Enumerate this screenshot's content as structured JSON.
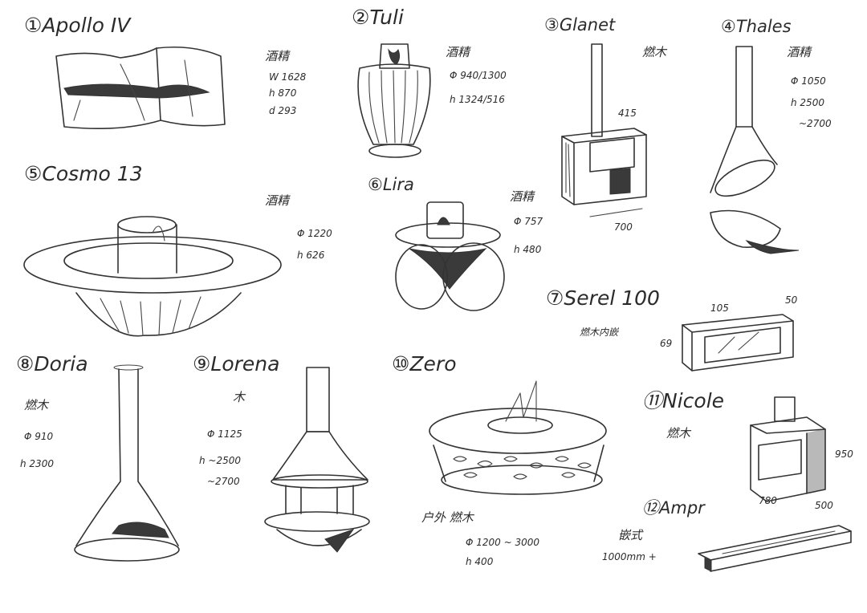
{
  "items": [
    {
      "num": "①",
      "name": "Apollo IV",
      "specs": [
        "酒精",
        "W 1628",
        "h 870",
        "d 293"
      ]
    },
    {
      "num": "②",
      "name": "Tuli",
      "specs": [
        "酒精",
        "Φ 940/1300",
        "h 1324/516"
      ]
    },
    {
      "num": "③",
      "name": "Glanet",
      "specs": [
        "燃木",
        "415",
        "700"
      ]
    },
    {
      "num": "④",
      "name": "Thales",
      "specs": [
        "酒精",
        "Φ 1050",
        "h 2500",
        "~2700"
      ]
    },
    {
      "num": "⑤",
      "name": "Cosmo 13",
      "specs": [
        "酒精",
        "Φ 1220",
        "h 626"
      ]
    },
    {
      "num": "⑥",
      "name": "Lira",
      "specs": [
        "酒精",
        "Φ 757",
        "h 480"
      ]
    },
    {
      "num": "⑦",
      "name": "Serel 100",
      "specs": [
        "燃木内嵌",
        "105",
        "50",
        "69"
      ]
    },
    {
      "num": "⑧",
      "name": "Doria",
      "specs": [
        "燃木",
        "Φ 910",
        "h 2300"
      ]
    },
    {
      "num": "⑨",
      "name": "Lorena",
      "specs": [
        "木",
        "Φ 1125",
        "h ~2500",
        "~2700"
      ]
    },
    {
      "num": "⑩",
      "name": "Zero",
      "specs": [
        "户外 燃木",
        "Φ 1200 ~ 3000",
        "h 400"
      ]
    },
    {
      "num": "⑪",
      "name": "Nicole",
      "specs": [
        "燃木",
        "950",
        "780",
        "500"
      ]
    },
    {
      "num": "⑫",
      "name": "Ampr",
      "specs": [
        "嵌式",
        "1000mm +"
      ]
    }
  ]
}
